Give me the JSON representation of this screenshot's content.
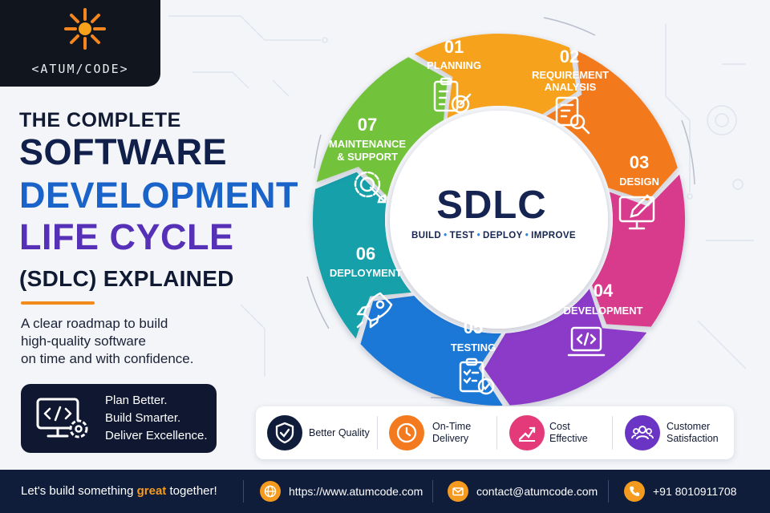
{
  "brand": {
    "name": "<ATUM/CODE>"
  },
  "headline": {
    "line1": "THE COMPLETE",
    "line2": "SOFTWARE",
    "line3": "DEVELOPMENT",
    "line4": "LIFE CYCLE",
    "line5": "(SDLC) EXPLAINED"
  },
  "subtitle": {
    "line1": "A clear roadmap to build",
    "line2": "high-quality software",
    "line3": "on time and with confidence."
  },
  "promo": {
    "line1": "Plan Better.",
    "line2": "Build Smarter.",
    "line3": "Deliver Excellence."
  },
  "center": {
    "title": "SDLC",
    "steps": [
      "BUILD",
      "TEST",
      "DEPLOY",
      "IMPROVE"
    ],
    "dot": "•"
  },
  "phases": [
    {
      "num": "01",
      "label1": "PLANNING",
      "label2": "",
      "icon": "clipboard-target-icon",
      "color": "#f7a21b"
    },
    {
      "num": "02",
      "label1": "REQUIREMENT",
      "label2": "ANALYSIS",
      "icon": "document-search-icon",
      "color": "#f37a1f"
    },
    {
      "num": "03",
      "label1": "DESIGN",
      "label2": "",
      "icon": "monitor-pen-icon",
      "color": "#d93a8c"
    },
    {
      "num": "04",
      "label1": "DEVELOPMENT",
      "label2": "",
      "icon": "laptop-code-icon",
      "color": "#8b3bc8"
    },
    {
      "num": "05",
      "label1": "TESTING",
      "label2": "",
      "icon": "checklist-icon",
      "color": "#1a78d6"
    },
    {
      "num": "06",
      "label1": "DEPLOYMENT",
      "label2": "",
      "icon": "rocket-icon",
      "color": "#14a0aa"
    },
    {
      "num": "07",
      "label1": "MAINTENANCE",
      "label2": "& SUPPORT",
      "icon": "gear-wrench-icon",
      "color": "#72c23a"
    }
  ],
  "benefits": [
    {
      "line1": "Better Quality",
      "line2": "",
      "icon": "shield-check-icon",
      "color": "#0f1d3b"
    },
    {
      "line1": "On-Time",
      "line2": "Delivery",
      "icon": "clock-icon",
      "color": "#f37a1f"
    },
    {
      "line1": "Cost",
      "line2": "Effective",
      "icon": "growth-chart-icon",
      "color": "#e53a7a"
    },
    {
      "line1": "Customer",
      "line2": "Satisfaction",
      "icon": "users-icon",
      "color": "#6a35c4"
    }
  ],
  "footer": {
    "tag_pre": "Let's build something ",
    "tag_hl": "great",
    "tag_post": " together!",
    "website": "https://www.atumcode.com",
    "email": "contact@atumcode.com",
    "phone": "+91 8010911708"
  }
}
